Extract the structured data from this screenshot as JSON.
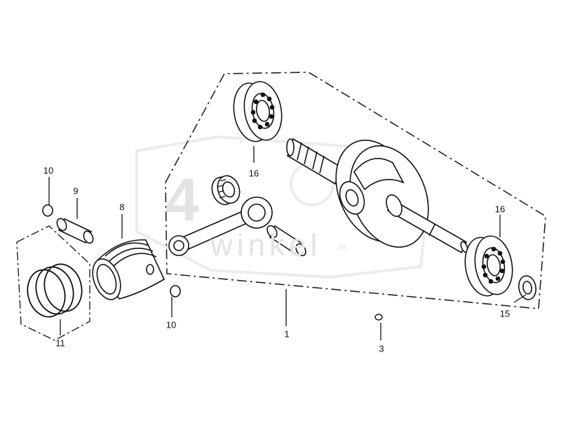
{
  "watermark": {
    "brand": "4",
    "site": "winkel",
    "tld": ".nl"
  },
  "callouts": {
    "crankshaft": "1",
    "key": "3",
    "piston": "8",
    "piston_pin": "9",
    "clip_left": "10",
    "clip_right": "10",
    "piston_ring_set": "11",
    "oil_seal": "15",
    "bearing_top": "16",
    "bearing_right": "16"
  }
}
